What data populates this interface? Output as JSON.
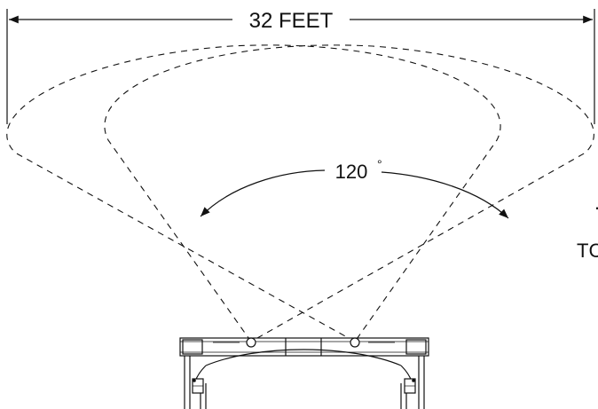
{
  "diagram": {
    "width_label": "32 FEET",
    "angle_label": "120",
    "angle_unit_mark": "°",
    "cut_off_label": "TC",
    "cut_off_mark": "."
  },
  "colors": {
    "ink": "#111111",
    "background": "#ffffff"
  }
}
